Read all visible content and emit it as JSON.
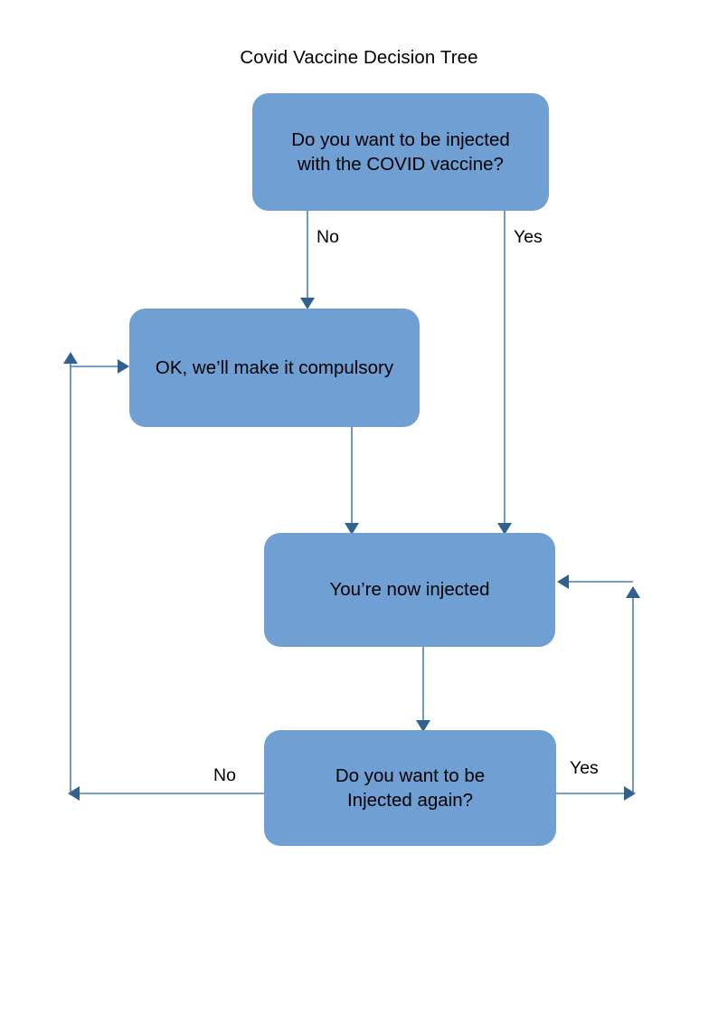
{
  "diagram": {
    "title": "Covid Vaccine Decision Tree",
    "type": "flowchart",
    "colors": {
      "node_fill": "#6f9fd3",
      "connector": "#4a7ebb",
      "text": "#000000",
      "background": "#ffffff"
    },
    "nodes": [
      {
        "id": "question-initial",
        "text": "Do you want to be injected\nwith the COVID vaccine?",
        "shape": "rounded-rectangle"
      },
      {
        "id": "compulsory",
        "text": "OK, we’ll make it compulsory",
        "shape": "rounded-rectangle"
      },
      {
        "id": "injected",
        "text": "You’re now injected",
        "shape": "rounded-rectangle"
      },
      {
        "id": "question-again",
        "text": "Do you want to be\nInjected again?",
        "shape": "rounded-rectangle"
      }
    ],
    "edges": [
      {
        "id": "initial-no",
        "from": "question-initial",
        "to": "compulsory",
        "label": "No"
      },
      {
        "id": "initial-yes",
        "from": "question-initial",
        "to": "injected",
        "label": "Yes"
      },
      {
        "id": "compulsory-to-injected",
        "from": "compulsory",
        "to": "injected",
        "label": ""
      },
      {
        "id": "injected-to-question-again",
        "from": "injected",
        "to": "question-again",
        "label": ""
      },
      {
        "id": "again-no",
        "from": "question-again",
        "to": "compulsory",
        "label": "No"
      },
      {
        "id": "again-yes",
        "from": "question-again",
        "to": "injected",
        "label": "Yes"
      }
    ]
  }
}
